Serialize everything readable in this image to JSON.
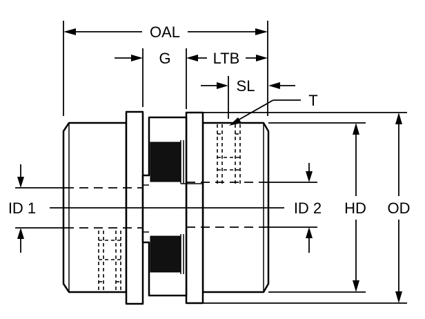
{
  "labels": {
    "oal": "OAL",
    "g": "G",
    "ltb": "LTB",
    "sl": "SL",
    "t": "T",
    "id1": "ID 1",
    "id2": "ID 2",
    "hd": "HD",
    "od": "OD"
  }
}
